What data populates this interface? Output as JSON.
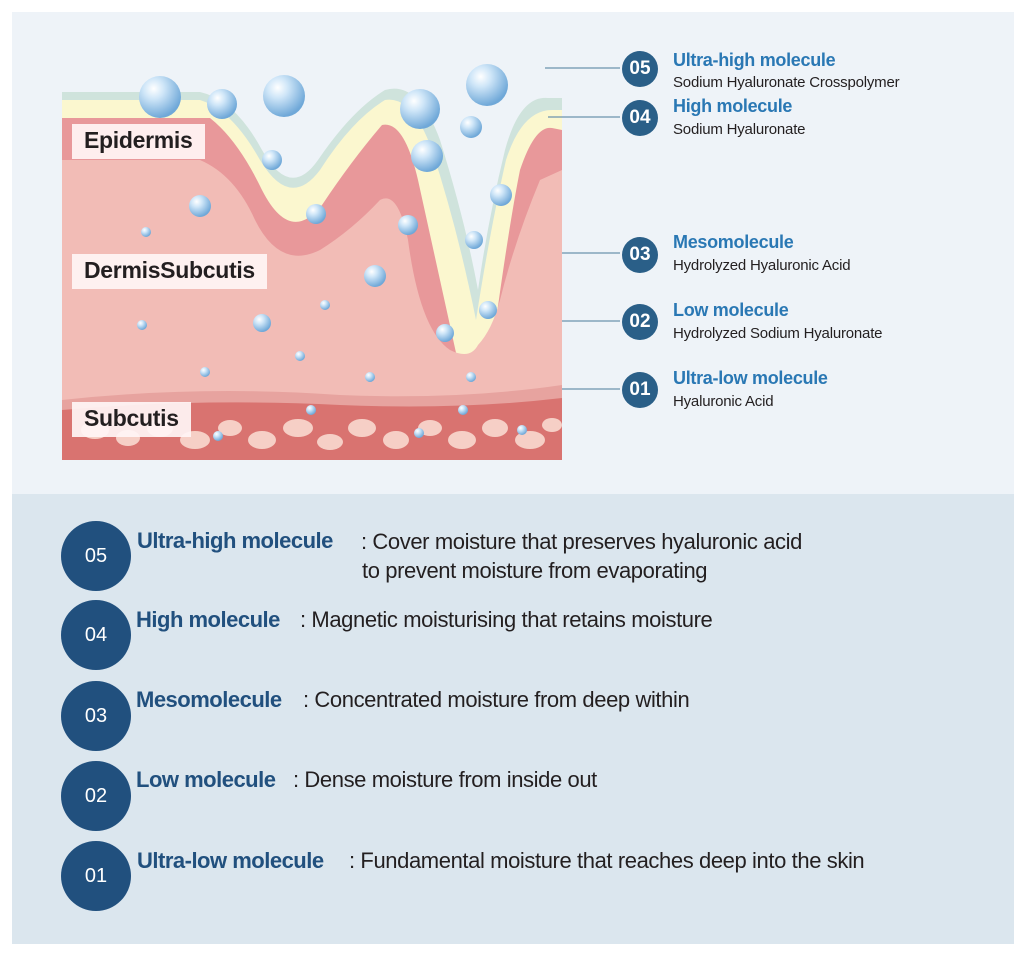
{
  "layers": {
    "epidermis": "Epidermis",
    "dermis": "DermisSubcutis",
    "subcutis": "Subcutis"
  },
  "legend": [
    {
      "num": "05",
      "title": "Ultra-high molecule",
      "sub": "Sodium Hyaluronate Crosspolymer"
    },
    {
      "num": "04",
      "title": "High molecule",
      "sub": "Sodium Hyaluronate"
    },
    {
      "num": "03",
      "title": "Mesomolecule",
      "sub": "Hydrolyzed Hyaluronic Acid"
    },
    {
      "num": "02",
      "title": "Low molecule",
      "sub": "Hydrolyzed Sodium Hyaluronate"
    },
    {
      "num": "01",
      "title": "Ultra-low molecule",
      "sub": "Hyaluronic Acid"
    }
  ],
  "rows": [
    {
      "num": "05",
      "title": "Ultra-high molecule",
      "desc1": ": Cover moisture that preserves hyaluronic acid",
      "desc2": "to prevent moisture from evaporating"
    },
    {
      "num": "04",
      "title": "High molecule",
      "desc1": ": Magnetic moisturising that retains moisture",
      "desc2": ""
    },
    {
      "num": "03",
      "title": "Mesomolecule",
      "desc1": ": Concentrated moisture from deep within",
      "desc2": ""
    },
    {
      "num": "02",
      "title": "Low molecule",
      "desc1": ": Dense moisture from inside out",
      "desc2": ""
    },
    {
      "num": "01",
      "title": "Ultra-low molecule",
      "desc1": ": Fundamental moisture that reaches deep into the skin",
      "desc2": ""
    }
  ],
  "colors": {
    "accent_dark": "#21507e",
    "accent_light": "#2a78b4",
    "skin_pink": "#f0b7b2",
    "skin_red": "#d96f6c",
    "epidermis_cream": "#fbf7cf"
  }
}
